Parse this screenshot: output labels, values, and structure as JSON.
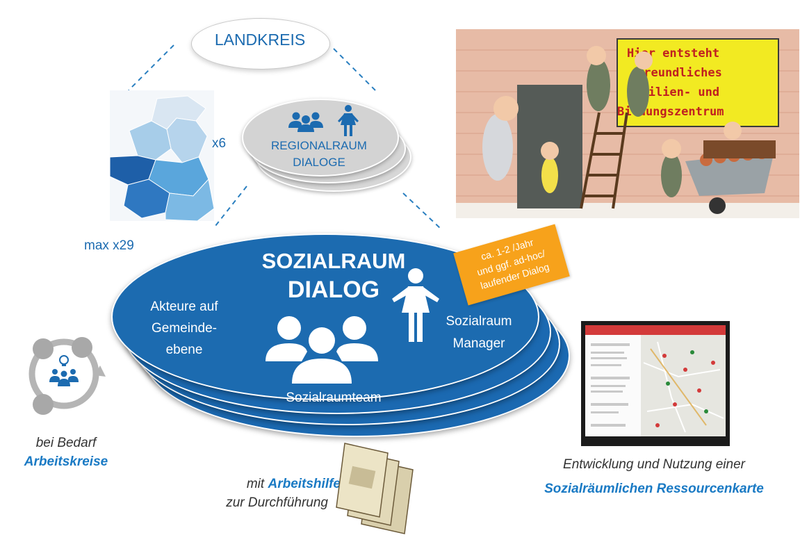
{
  "landkreis": "LANDKREIS",
  "regional": {
    "line1": "REGIONALRAUM",
    "line2": "DIALOGE",
    "multiplier": "x6"
  },
  "sozialraum": {
    "title1": "SOZIALRAUM",
    "title2": "DIALOG",
    "multiplier": "max x29",
    "actors": [
      "Akteure auf",
      "Gemeinde-",
      "ebene"
    ],
    "manager": [
      "Sozialraum",
      "Manager"
    ],
    "team": "Sozialraumteam"
  },
  "frequency_note": [
    "ca. 1-2 /Jahr",
    "und ggf. ad-hoc/",
    "laufender Dialog"
  ],
  "cartoon_sign": [
    "Hier entsteht",
    "freundliches",
    "Familien- und",
    "Bildungszentrum"
  ],
  "arbeitskreise": {
    "line1": "bei Bedarf",
    "line2": "Arbeitskreise"
  },
  "arbeitshilfe": {
    "pre": "mit ",
    "bold": "Arbeitshilfe",
    "line2": "zur Durchführung"
  },
  "ressourcenkarte": {
    "line1": "Entwicklung und Nutzung einer",
    "line2": "Sozialräumlichen Ressourcenkarte"
  },
  "colors": {
    "primary": "#1c6bb0",
    "accent_blue": "#1a7ac4",
    "orange": "#f7a21b",
    "text_dark": "#333333"
  }
}
